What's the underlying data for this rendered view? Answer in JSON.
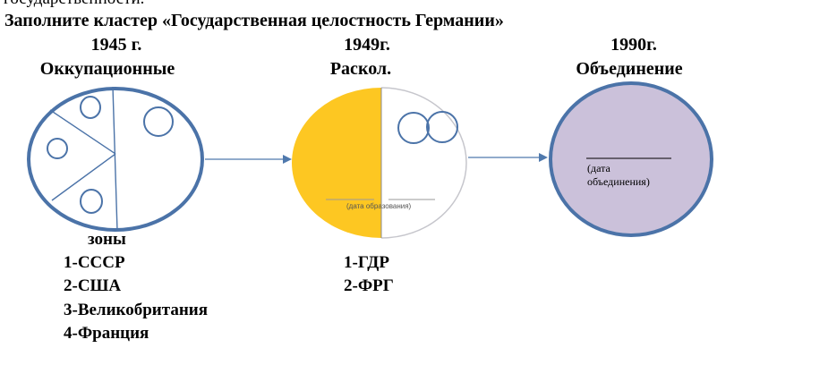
{
  "cut_text": "государственности.",
  "title": "Заполните кластер «Государственная целостность Германии»",
  "stages": [
    {
      "year": "1945 г.",
      "name": "Оккупационные"
    },
    {
      "year": "1949г.",
      "name": "Раскол."
    },
    {
      "year": "1990г.",
      "name": "Объединение"
    }
  ],
  "zones": {
    "heading": "зоны",
    "items": [
      "1-СССР",
      "2-США",
      "3-Великобритания",
      "4-Франция"
    ]
  },
  "split": {
    "items": [
      "1-ГДР",
      "2-ФРГ"
    ],
    "date_caption": "(дата образования)"
  },
  "unity": {
    "caption_line1": "(дата",
    "caption_line2": "объединения)"
  },
  "colors": {
    "circle_stroke": "#4b73a8",
    "left_half_fill": "#fdc722",
    "unity_fill": "#cbc1da",
    "arrow": "#4f79ad"
  }
}
